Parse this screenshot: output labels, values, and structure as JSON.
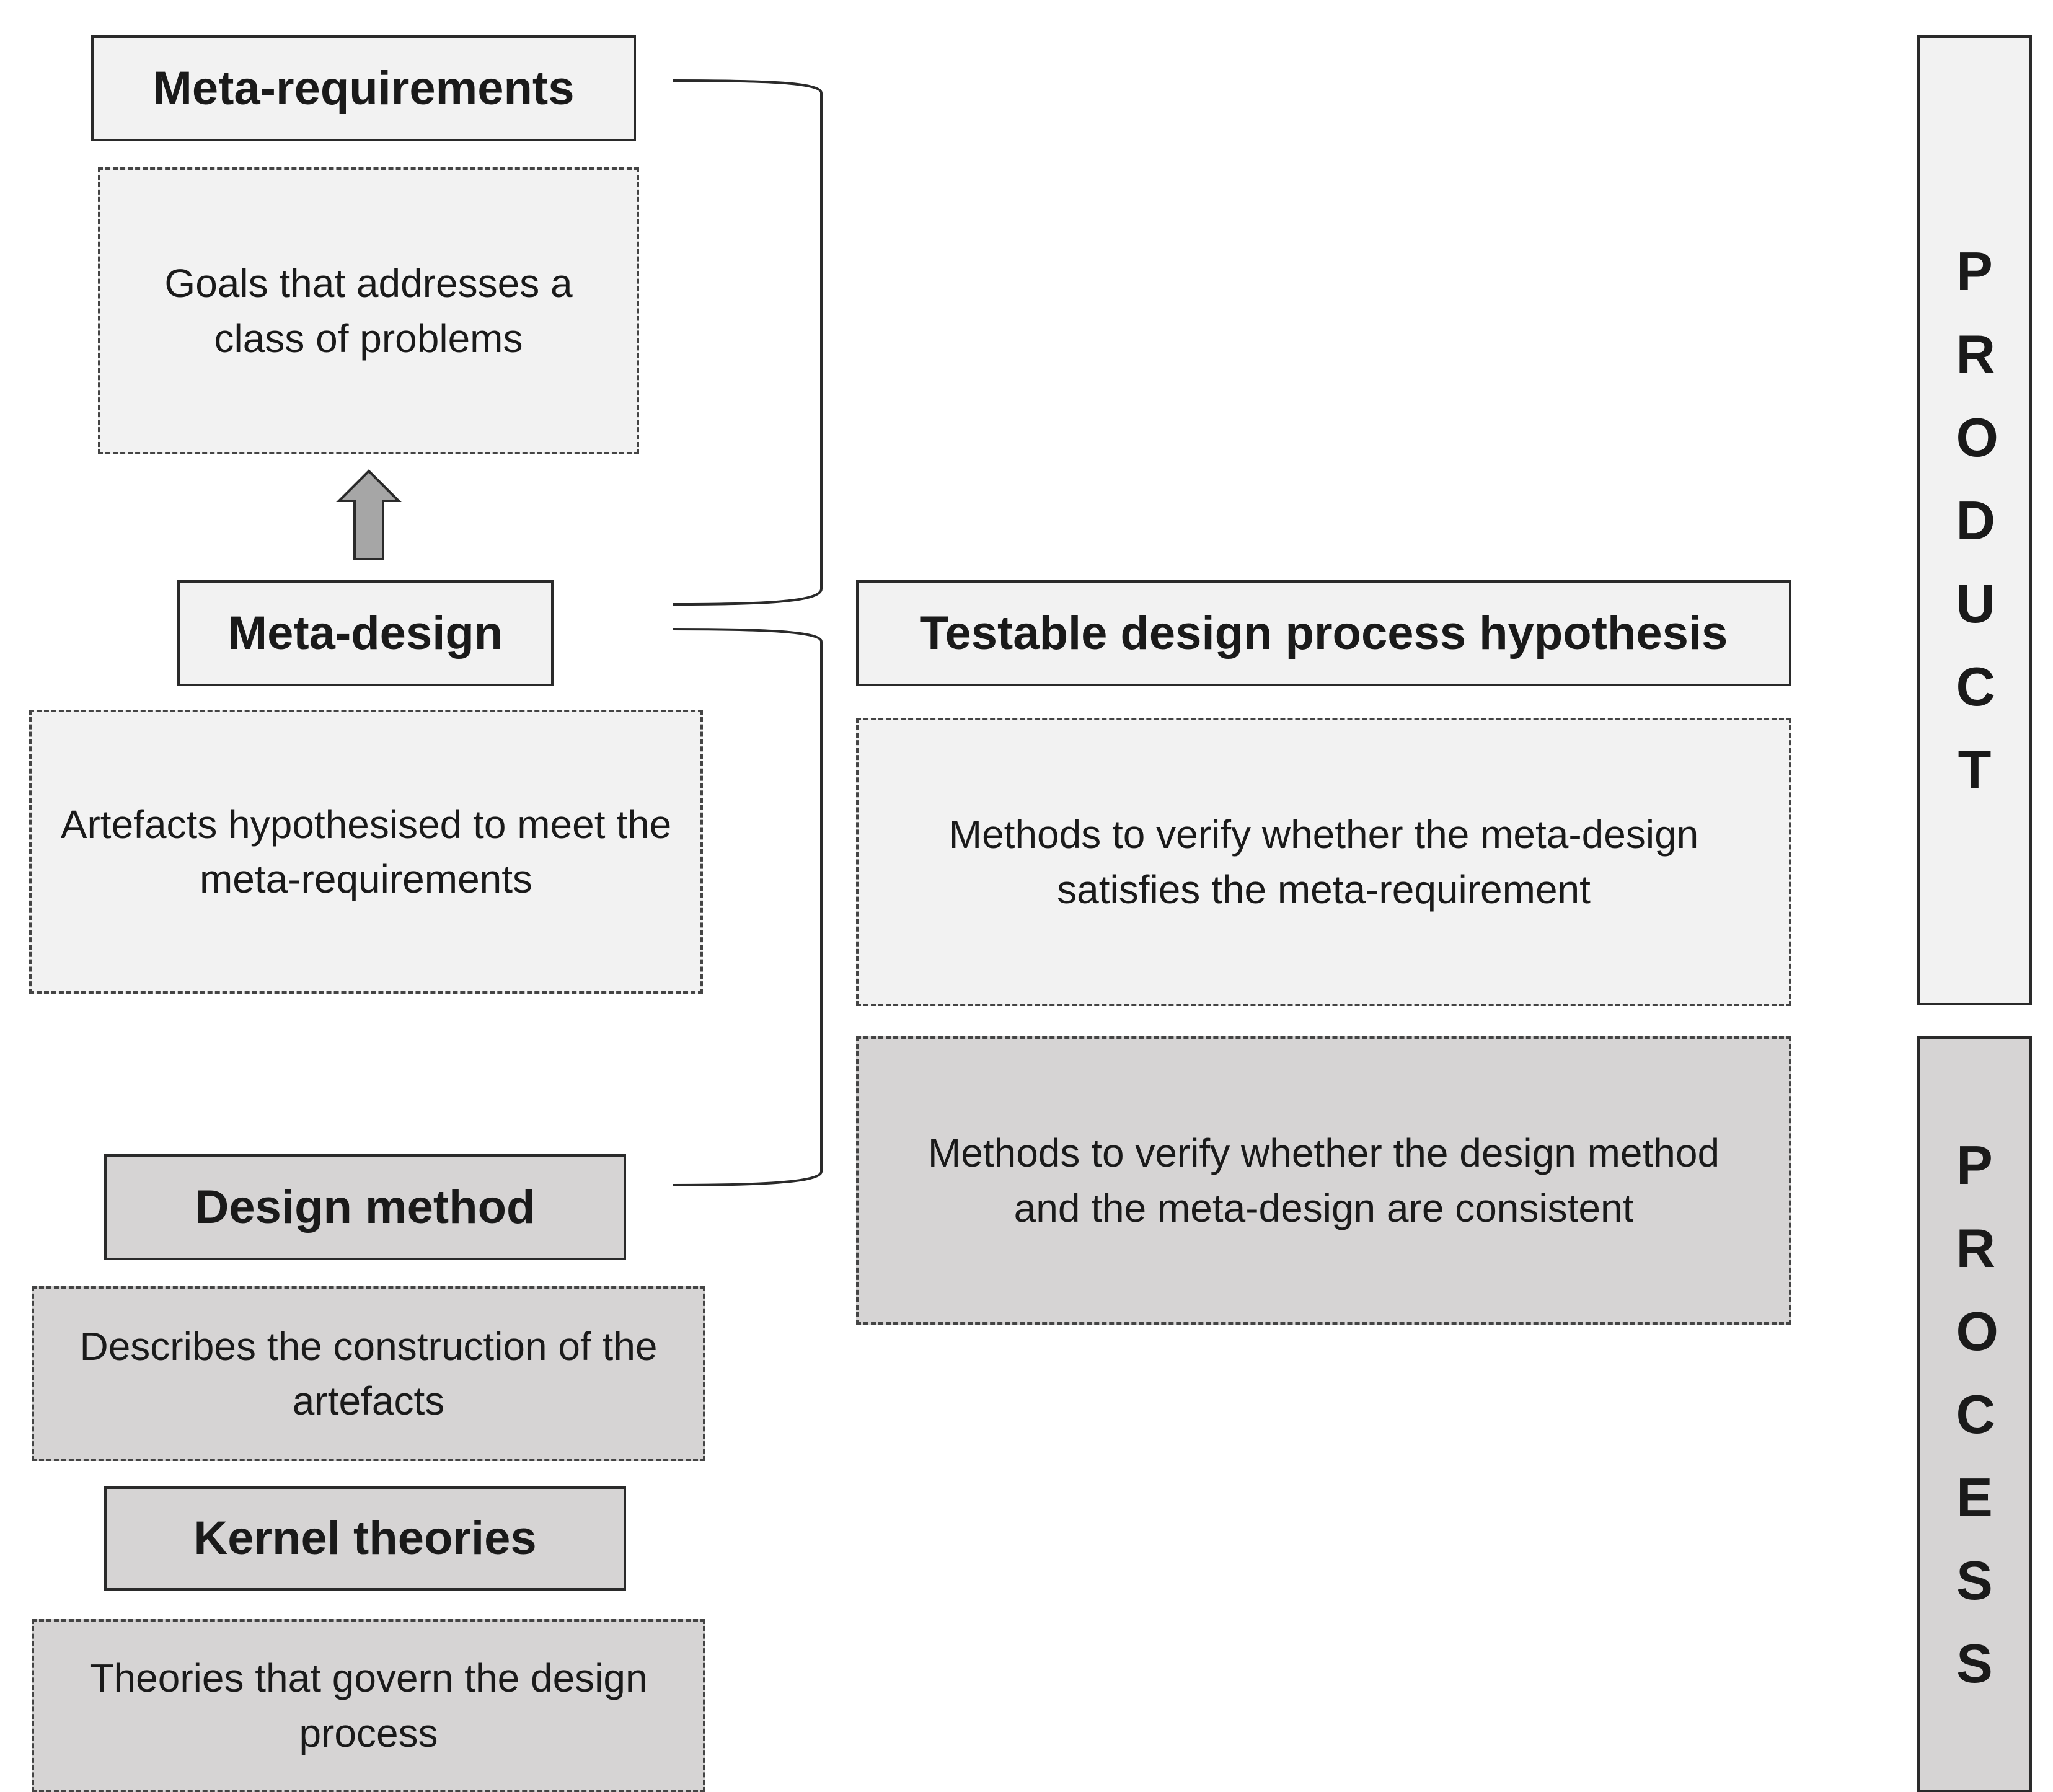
{
  "meta_requirements": {
    "title": "Meta-requirements",
    "description": "Goals that addresses a class of problems"
  },
  "meta_design": {
    "title": "Meta-design",
    "description": "Artefacts hypothesised to meet the meta-requirements"
  },
  "design_method": {
    "title": "Design method",
    "description": "Describes the construction of the artefacts"
  },
  "kernel_theories": {
    "title": "Kernel theories",
    "description": "Theories that govern the design process"
  },
  "testable_hypothesis": {
    "title": "Testable design process hypothesis",
    "product_methods": "Methods to verify whether the meta-design satisfies the meta-requirement",
    "process_methods": "Methods to verify whether the design method and the meta-design are consistent"
  },
  "side_labels": {
    "product": "PRODUCT",
    "process": "PROCESS"
  },
  "colors": {
    "product_fill": "#f2f2f2",
    "process_fill": "#d6d4d4",
    "arrow_fill": "#a6a6a6"
  }
}
